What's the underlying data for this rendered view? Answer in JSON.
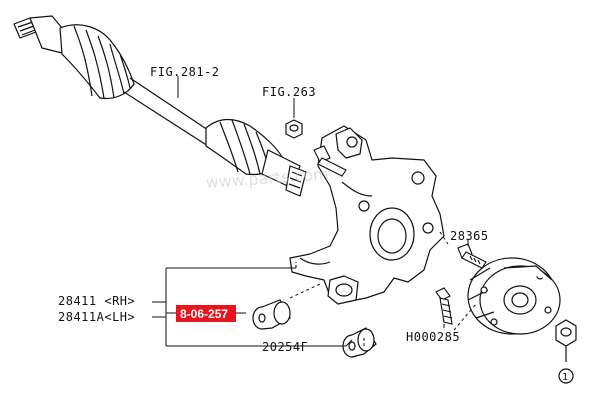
{
  "labels": {
    "fig_281": "FIG.281-2",
    "fig_263": "FIG.263",
    "part_28365": "28365",
    "part_28411_rh": "28411 <RH>",
    "part_28411a_lh": "28411A<LH>",
    "part_20254f": "20254F",
    "part_h000285": "H000285",
    "callout_1": "1"
  },
  "highlight": {
    "part_code": "8-06-257",
    "color": "#e8141b"
  },
  "watermark": "www.parts.com",
  "colors": {
    "line": "#111111",
    "background": "#ffffff"
  }
}
